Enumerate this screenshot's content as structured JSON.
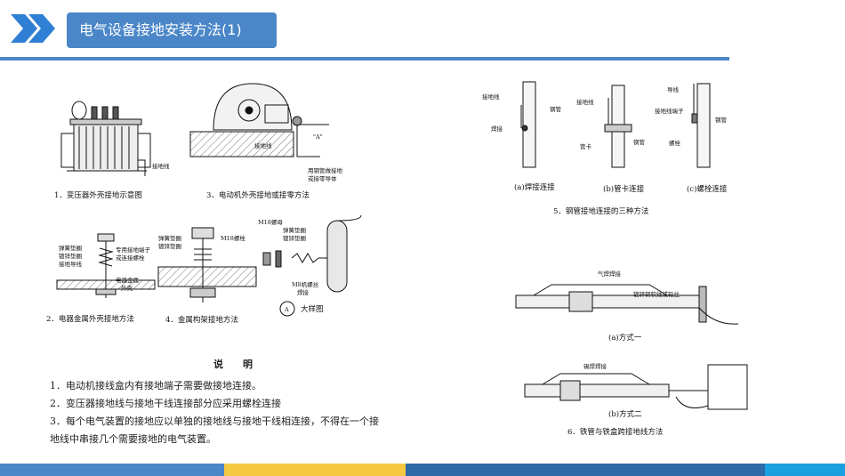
{
  "header": {
    "title": "电气设备接地安装方法(1)",
    "colors": {
      "accent": "#4a86c8",
      "chevron": "#2f7fd4"
    }
  },
  "figures": {
    "fig1": {
      "caption": "1．变压器外壳接地示意图",
      "labels": {
        "ground_wire": "接地线"
      }
    },
    "fig2": {
      "caption": "2．电器金属外壳接地方法",
      "labels": {
        "spring_washer": "弹簧垫圈",
        "galv_washer": "镀锌垫圈",
        "ground_lead": "接地导线",
        "terminal_1": "专用接地端子",
        "terminal_2": "或连接螺栓",
        "shell_1": "电器金属",
        "shell_2": "外壳"
      }
    },
    "fig3": {
      "caption": "3．电动机外壳接地或接零方法",
      "labels": {
        "ground_wire": "接地线",
        "detail_a": "\"A\"",
        "conduit_1": "用钢管做接地",
        "conduit_2": "或接零导体"
      }
    },
    "fig4": {
      "caption": "4．金属构架接地方法",
      "labels": {
        "spring_washer": "弹簧垫圈",
        "galv_washer": "镀锌垫圈",
        "m18_bolt": "M18螺栓",
        "m18_nut": "M18螺母",
        "spring_washer_r": "弹簧垫圈",
        "galv_washer_r": "镀锌垫圈",
        "m8_1": "M8机螺丝",
        "m8_2": "焊接",
        "circle_letter": "A",
        "detail": "大样图"
      }
    },
    "fig5": {
      "caption": "5．钢管接地连接的三种方法",
      "labels": {
        "ground_wire_a": "接地线",
        "steel_pipe_a": "钢管",
        "weld_a": "焊接",
        "ground_wire_b": "接地线",
        "clamp_b": "管卡",
        "steel_pipe_b": "钢管",
        "lead_c": "导线",
        "terminal_c": "接地线端子",
        "steel_pipe_c": "钢管",
        "bolt_c": "螺栓"
      },
      "sub_captions": [
        "(a)焊接连接",
        "(b)管卡连接",
        "(c)螺栓连接"
      ]
    },
    "fig6": {
      "caption": "6．铁管与铁盒跨接地线方法",
      "labels": {
        "gas_weld": "气焊焊接",
        "braided": "镀锌铜软线或铅丝",
        "tin_weld": "锡焊焊接"
      },
      "sub_captions": [
        "(a)方式一",
        "(b)方式二"
      ]
    }
  },
  "notes": {
    "heading": "说明",
    "items": [
      "1．电动机接线盒内有接地端子需要做接地连接。",
      "2．变压器接地线与接地干线连接部分应采用螺栓连接",
      "3．每个电气装置的接地应以单独的接地线与接地干线相连接，不得在一个接地线中串接几个需要接地的电气装置。"
    ]
  },
  "footer": {
    "colors": [
      "#4a86c8",
      "#f5c842",
      "#2d6aa8",
      "#1aa0e0"
    ]
  }
}
